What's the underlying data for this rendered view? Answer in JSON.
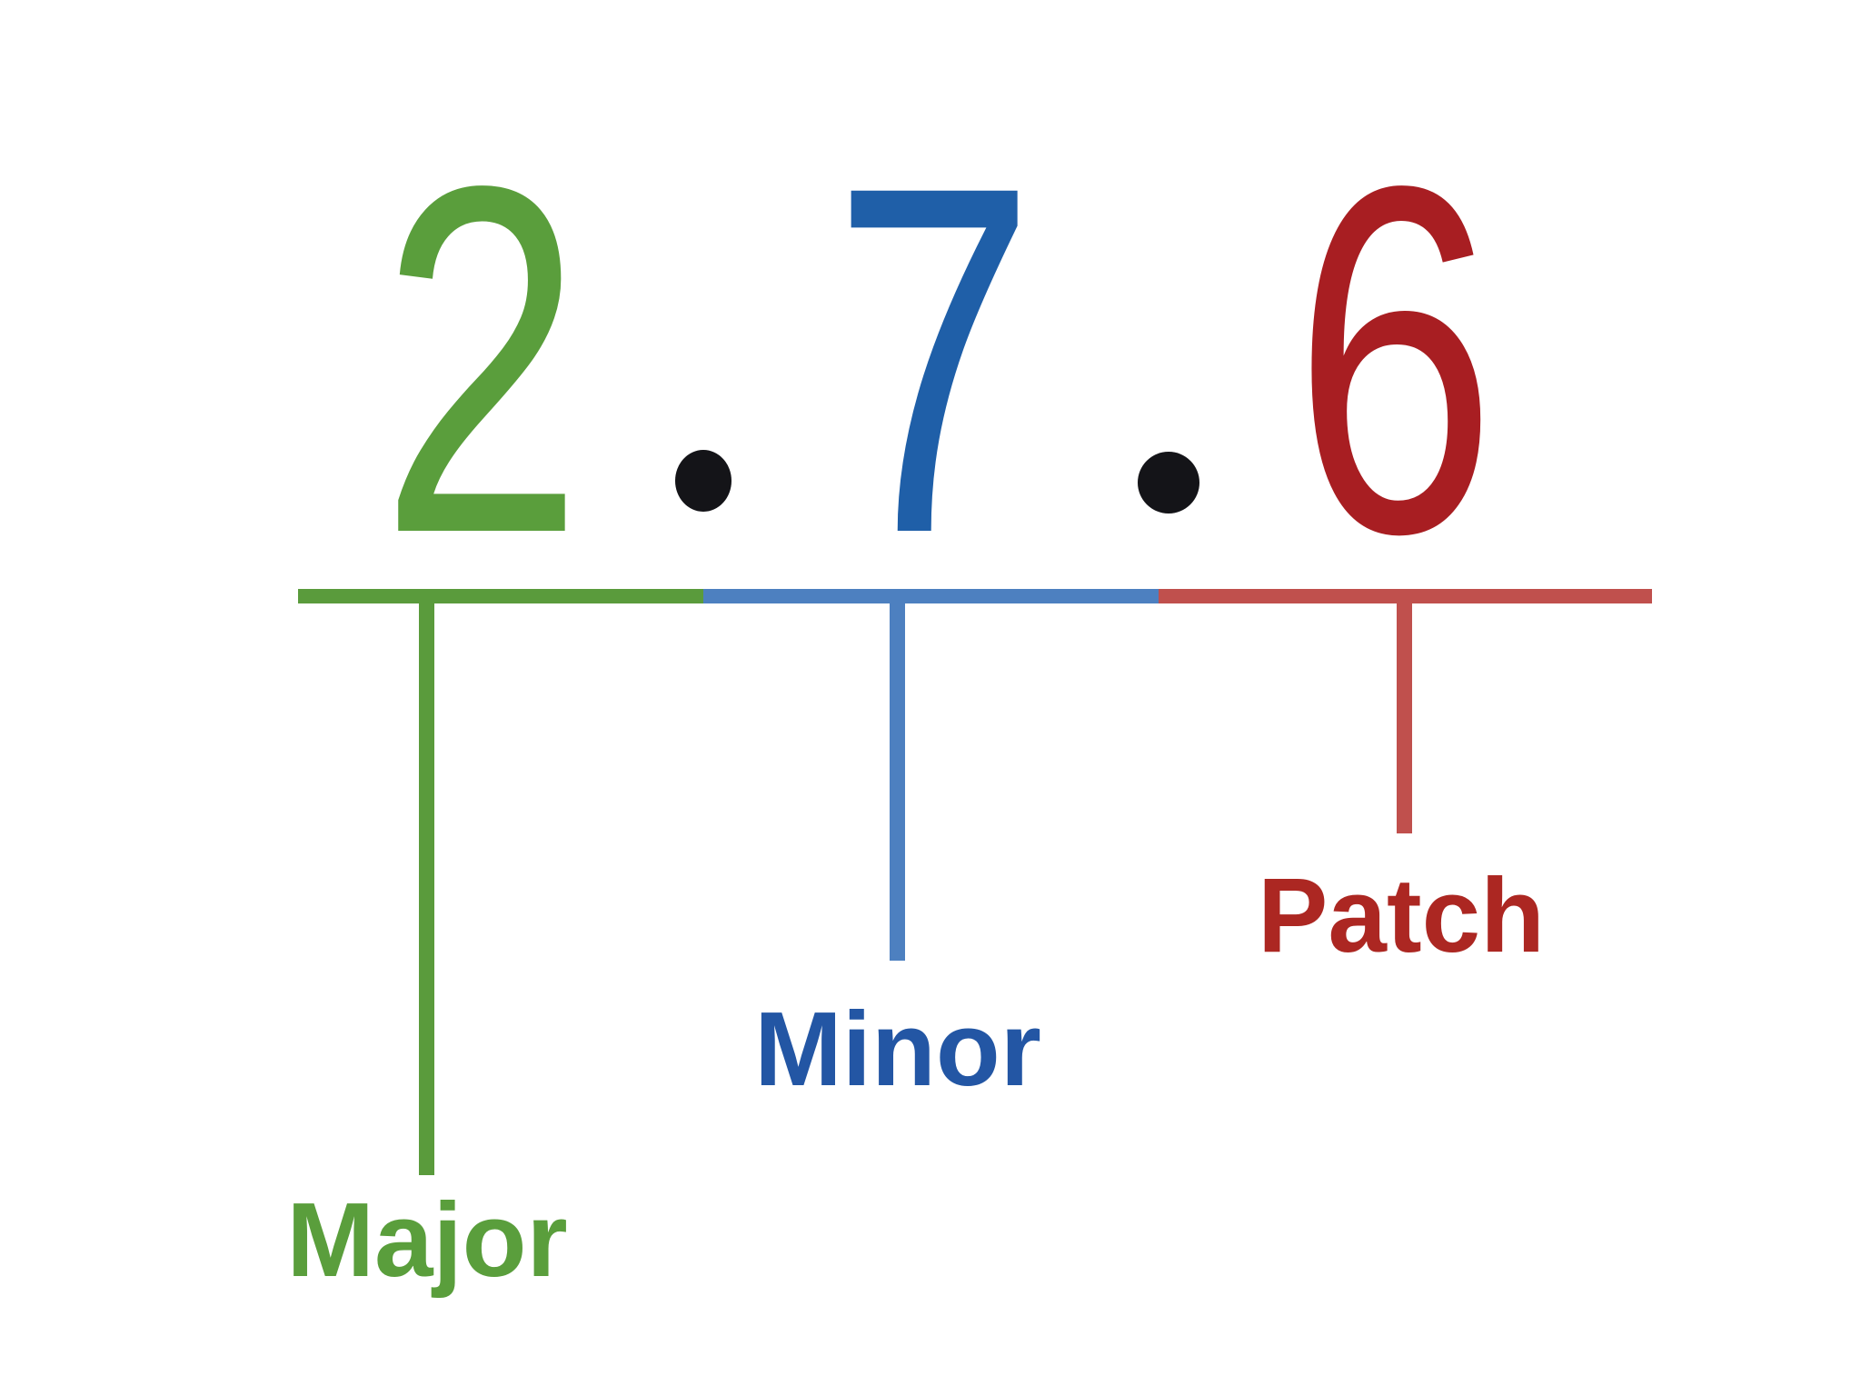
{
  "diagram": {
    "version_string": "2.7.6",
    "separator": ".",
    "background_color": "#ffffff",
    "dot_color": "#141418",
    "parts": {
      "major": {
        "digit": "2",
        "label": "Major",
        "digit_color": "#5a9e3c",
        "label_color": "#5a9e3c",
        "line_color": "#5a9b3c"
      },
      "minor": {
        "digit": "7",
        "label": "Minor",
        "digit_color": "#1f5fa8",
        "label_color": "#2356a4",
        "line_color": "#4d80c0"
      },
      "patch": {
        "digit": "6",
        "label": "Patch",
        "digit_color": "#a81e22",
        "label_color": "#ac2722",
        "line_color": "#c0504d"
      }
    }
  }
}
